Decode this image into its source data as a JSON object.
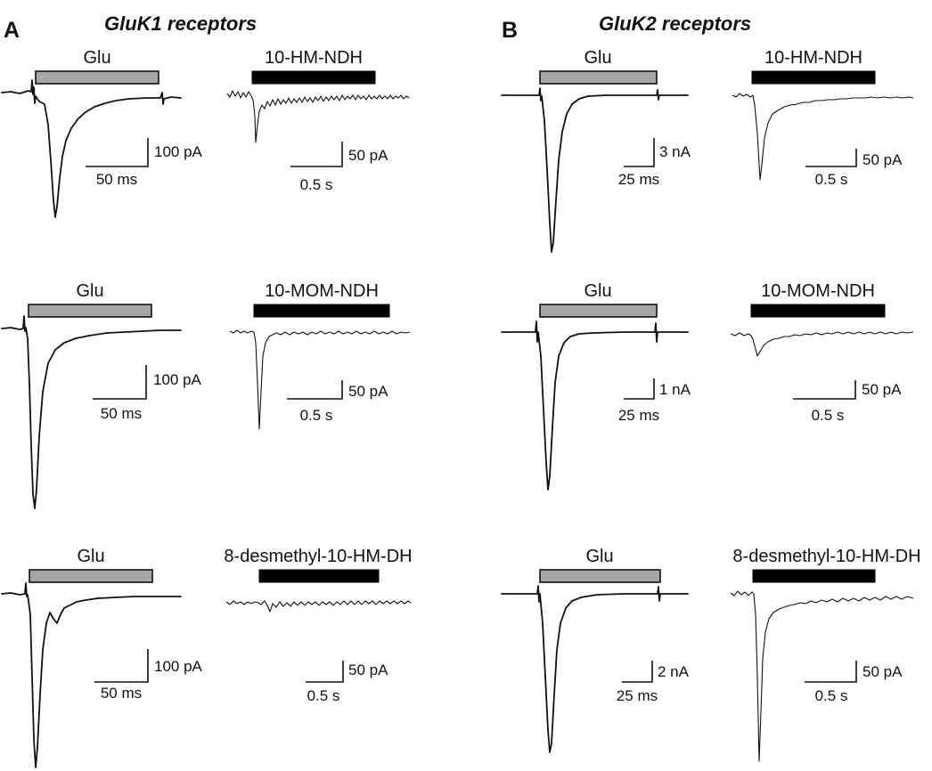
{
  "panels": [
    {
      "letter": "A",
      "title": "GluK1 receptors"
    },
    {
      "letter": "B",
      "title": "GluK2 receptors"
    }
  ],
  "recordings": [
    {
      "panel": "A",
      "row": 1,
      "kind": "glu",
      "label": "Glu",
      "scale": {
        "y": "100 pA",
        "x": "50 ms"
      }
    },
    {
      "panel": "A",
      "row": 1,
      "kind": "drug",
      "label": "10-HM-NDH",
      "scale": {
        "y": "50 pA",
        "x": "0.5 s"
      }
    },
    {
      "panel": "B",
      "row": 1,
      "kind": "glu",
      "label": "Glu",
      "scale": {
        "y": "3 nA",
        "x": "25 ms"
      }
    },
    {
      "panel": "B",
      "row": 1,
      "kind": "drug",
      "label": "10-HM-NDH",
      "scale": {
        "y": "50 pA",
        "x": "0.5 s"
      }
    },
    {
      "panel": "A",
      "row": 2,
      "kind": "glu",
      "label": "Glu",
      "scale": {
        "y": "100 pA",
        "x": "50 ms"
      }
    },
    {
      "panel": "A",
      "row": 2,
      "kind": "drug",
      "label": "10-MOM-NDH",
      "scale": {
        "y": "50 pA",
        "x": "0.5 s"
      }
    },
    {
      "panel": "B",
      "row": 2,
      "kind": "glu",
      "label": "Glu",
      "scale": {
        "y": "1 nA",
        "x": "25 ms"
      }
    },
    {
      "panel": "B",
      "row": 2,
      "kind": "drug",
      "label": "10-MOM-NDH",
      "scale": {
        "y": "50 pA",
        "x": "0.5 s"
      }
    },
    {
      "panel": "A",
      "row": 3,
      "kind": "glu",
      "label": "Glu",
      "scale": {
        "y": "100 pA",
        "x": "50 ms"
      }
    },
    {
      "panel": "A",
      "row": 3,
      "kind": "drug",
      "label": "8-desmethyl-10-HM-DH",
      "scale": {
        "y": "50 pA",
        "x": "0.5 s"
      }
    },
    {
      "panel": "B",
      "row": 3,
      "kind": "glu",
      "label": "Glu",
      "scale": {
        "y": "2 nA",
        "x": "25 ms"
      }
    },
    {
      "panel": "B",
      "row": 3,
      "kind": "drug",
      "label": "8-desmethyl-10-HM-DH",
      "scale": {
        "y": "50 pA",
        "x": "0.5 s"
      }
    }
  ],
  "colors": {
    "glu_bar": "#a6a6a6",
    "drug_bar": "#000000",
    "trace": "#111111"
  }
}
